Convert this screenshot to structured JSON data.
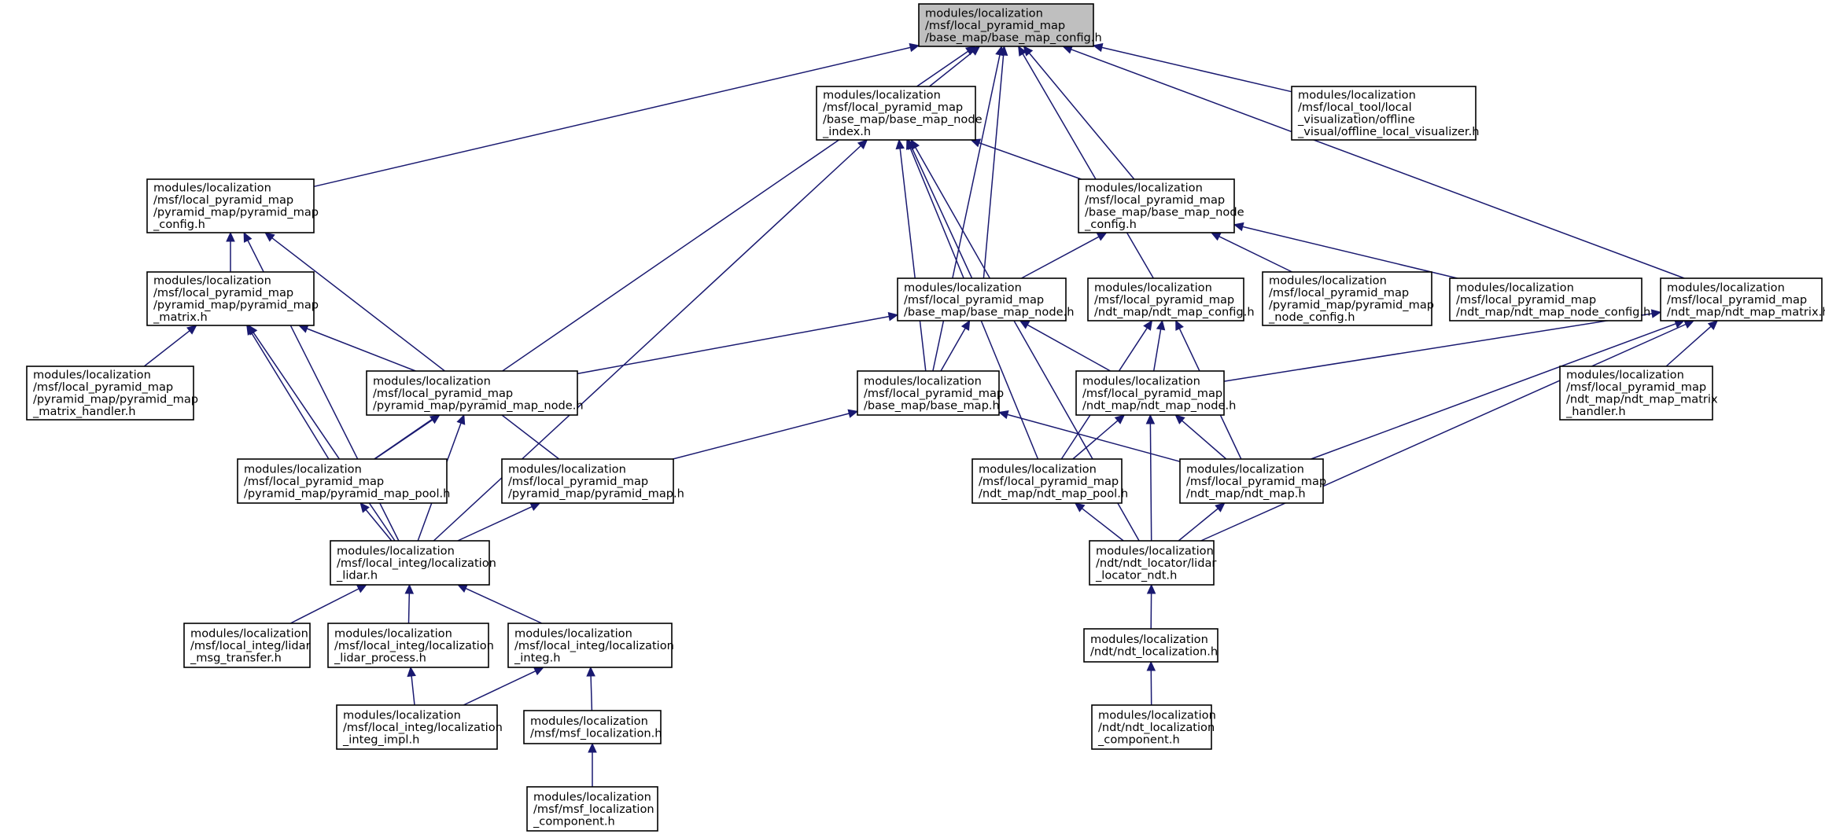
{
  "colors": {
    "edge": "#191970",
    "node_fill": "#ffffff",
    "highlight_fill": "#bfbfbf",
    "border": "#000000",
    "text": "#000000"
  },
  "nodes": [
    {
      "id": "root",
      "lines": [
        "modules/localization",
        "/msf/local_pyramid_map",
        "/base_map/base_map_config.h"
      ],
      "highlight": true
    },
    {
      "id": "offline_vis",
      "lines": [
        "modules/localization",
        "/msf/local_tool/local",
        "_visualization/offline",
        "_visual/offline_local_visualizer.h"
      ]
    },
    {
      "id": "bm_node_index",
      "lines": [
        "modules/localization",
        "/msf/local_pyramid_map",
        "/base_map/base_map_node",
        "_index.h"
      ]
    },
    {
      "id": "pm_config",
      "lines": [
        "modules/localization",
        "/msf/local_pyramid_map",
        "/pyramid_map/pyramid_map",
        "_config.h"
      ]
    },
    {
      "id": "bm_node_config",
      "lines": [
        "modules/localization",
        "/msf/local_pyramid_map",
        "/base_map/base_map_node",
        "_config.h"
      ]
    },
    {
      "id": "pm_matrix",
      "lines": [
        "modules/localization",
        "/msf/local_pyramid_map",
        "/pyramid_map/pyramid_map",
        "_matrix.h"
      ]
    },
    {
      "id": "bm_node",
      "lines": [
        "modules/localization",
        "/msf/local_pyramid_map",
        "/base_map/base_map_node.h"
      ]
    },
    {
      "id": "ndt_map_config",
      "lines": [
        "modules/localization",
        "/msf/local_pyramid_map",
        "/ndt_map/ndt_map_config.h"
      ]
    },
    {
      "id": "pm_node_config",
      "lines": [
        "modules/localization",
        "/msf/local_pyramid_map",
        "/pyramid_map/pyramid_map",
        "_node_config.h"
      ]
    },
    {
      "id": "ndt_node_config",
      "lines": [
        "modules/localization",
        "/msf/local_pyramid_map",
        "/ndt_map/ndt_map_node_config.h"
      ]
    },
    {
      "id": "ndt_map_matrix",
      "lines": [
        "modules/localization",
        "/msf/local_pyramid_map",
        "/ndt_map/ndt_map_matrix.h"
      ]
    },
    {
      "id": "pm_matrix_handler",
      "lines": [
        "modules/localization",
        "/msf/local_pyramid_map",
        "/pyramid_map/pyramid_map",
        "_matrix_handler.h"
      ]
    },
    {
      "id": "pm_node",
      "lines": [
        "modules/localization",
        "/msf/local_pyramid_map",
        "/pyramid_map/pyramid_map_node.h"
      ]
    },
    {
      "id": "base_map",
      "lines": [
        "modules/localization",
        "/msf/local_pyramid_map",
        "/base_map/base_map.h"
      ]
    },
    {
      "id": "ndt_map_node",
      "lines": [
        "modules/localization",
        "/msf/local_pyramid_map",
        "/ndt_map/ndt_map_node.h"
      ]
    },
    {
      "id": "ndt_matrix_handler",
      "lines": [
        "modules/localization",
        "/msf/local_pyramid_map",
        "/ndt_map/ndt_map_matrix",
        "_handler.h"
      ]
    },
    {
      "id": "pm_pool",
      "lines": [
        "modules/localization",
        "/msf/local_pyramid_map",
        "/pyramid_map/pyramid_map_pool.h"
      ]
    },
    {
      "id": "pyramid_map",
      "lines": [
        "modules/localization",
        "/msf/local_pyramid_map",
        "/pyramid_map/pyramid_map.h"
      ]
    },
    {
      "id": "ndt_pool",
      "lines": [
        "modules/localization",
        "/msf/local_pyramid_map",
        "/ndt_map/ndt_map_pool.h"
      ]
    },
    {
      "id": "ndt_map",
      "lines": [
        "modules/localization",
        "/msf/local_pyramid_map",
        "/ndt_map/ndt_map.h"
      ]
    },
    {
      "id": "loc_lidar",
      "lines": [
        "modules/localization",
        "/msf/local_integ/localization",
        "_lidar.h"
      ]
    },
    {
      "id": "lidar_locator_ndt",
      "lines": [
        "modules/localization",
        "/ndt/ndt_locator/lidar",
        "_locator_ndt.h"
      ]
    },
    {
      "id": "lidar_msg",
      "lines": [
        "modules/localization",
        "/msf/local_integ/lidar",
        "_msg_transfer.h"
      ]
    },
    {
      "id": "lidar_process",
      "lines": [
        "modules/localization",
        "/msf/local_integ/localization",
        "_lidar_process.h"
      ]
    },
    {
      "id": "loc_integ",
      "lines": [
        "modules/localization",
        "/msf/local_integ/localization",
        "_integ.h"
      ]
    },
    {
      "id": "ndt_localization",
      "lines": [
        "modules/localization",
        "/ndt/ndt_localization.h"
      ]
    },
    {
      "id": "integ_impl",
      "lines": [
        "modules/localization",
        "/msf/local_integ/localization",
        "_integ_impl.h"
      ]
    },
    {
      "id": "msf_localization",
      "lines": [
        "modules/localization",
        "/msf/msf_localization.h"
      ]
    },
    {
      "id": "ndt_loc_component",
      "lines": [
        "modules/localization",
        "/ndt/ndt_localization",
        "_component.h"
      ]
    },
    {
      "id": "msf_component",
      "lines": [
        "modules/localization",
        "/msf/msf_localization",
        "_component.h"
      ]
    }
  ],
  "edges": [
    {
      "from": "bm_node_index",
      "to": "root"
    },
    {
      "from": "offline_vis",
      "to": "root"
    },
    {
      "from": "pm_config",
      "to": "root"
    },
    {
      "from": "bm_node_config",
      "to": "root"
    },
    {
      "from": "bm_node",
      "to": "root"
    },
    {
      "from": "ndt_map_config",
      "to": "root"
    },
    {
      "from": "ndt_map_matrix",
      "to": "root"
    },
    {
      "from": "base_map",
      "to": "root"
    },
    {
      "from": "pm_pool",
      "to": "root"
    },
    {
      "from": "bm_node_config",
      "to": "bm_node_index"
    },
    {
      "from": "bm_node",
      "to": "bm_node_index"
    },
    {
      "from": "base_map",
      "to": "bm_node_index"
    },
    {
      "from": "ndt_pool",
      "to": "bm_node_index"
    },
    {
      "from": "lidar_locator_ndt",
      "to": "bm_node_index"
    },
    {
      "from": "loc_lidar",
      "to": "bm_node_index"
    },
    {
      "from": "pm_matrix",
      "to": "pm_config"
    },
    {
      "from": "pyramid_map",
      "to": "pm_config"
    },
    {
      "from": "loc_lidar",
      "to": "pm_config"
    },
    {
      "from": "bm_node",
      "to": "bm_node_config"
    },
    {
      "from": "pm_node_config",
      "to": "bm_node_config"
    },
    {
      "from": "ndt_node_config",
      "to": "bm_node_config"
    },
    {
      "from": "pm_matrix_handler",
      "to": "pm_matrix"
    },
    {
      "from": "pm_node",
      "to": "pm_matrix"
    },
    {
      "from": "pm_pool",
      "to": "pm_matrix"
    },
    {
      "from": "loc_lidar",
      "to": "pm_matrix"
    },
    {
      "from": "base_map",
      "to": "bm_node"
    },
    {
      "from": "pm_node",
      "to": "bm_node"
    },
    {
      "from": "ndt_map_node",
      "to": "bm_node"
    },
    {
      "from": "ndt_map_node",
      "to": "ndt_map_config"
    },
    {
      "from": "ndt_pool",
      "to": "ndt_map_config"
    },
    {
      "from": "ndt_map",
      "to": "ndt_map_config"
    },
    {
      "from": "ndt_matrix_handler",
      "to": "ndt_map_matrix"
    },
    {
      "from": "ndt_map_node",
      "to": "ndt_map_matrix"
    },
    {
      "from": "ndt_map",
      "to": "ndt_map_matrix"
    },
    {
      "from": "lidar_locator_ndt",
      "to": "ndt_map_matrix"
    },
    {
      "from": "pm_pool",
      "to": "pm_node"
    },
    {
      "from": "loc_lidar",
      "to": "pm_node"
    },
    {
      "from": "pyramid_map",
      "to": "base_map"
    },
    {
      "from": "ndt_map",
      "to": "base_map"
    },
    {
      "from": "ndt_pool",
      "to": "ndt_map_node"
    },
    {
      "from": "ndt_map",
      "to": "ndt_map_node"
    },
    {
      "from": "lidar_locator_ndt",
      "to": "ndt_map_node"
    },
    {
      "from": "loc_lidar",
      "to": "pm_pool"
    },
    {
      "from": "loc_lidar",
      "to": "pyramid_map"
    },
    {
      "from": "lidar_locator_ndt",
      "to": "ndt_pool"
    },
    {
      "from": "lidar_locator_ndt",
      "to": "ndt_map"
    },
    {
      "from": "lidar_msg",
      "to": "loc_lidar"
    },
    {
      "from": "lidar_process",
      "to": "loc_lidar"
    },
    {
      "from": "loc_integ",
      "to": "loc_lidar"
    },
    {
      "from": "ndt_localization",
      "to": "lidar_locator_ndt"
    },
    {
      "from": "integ_impl",
      "to": "lidar_process"
    },
    {
      "from": "integ_impl",
      "to": "loc_integ"
    },
    {
      "from": "msf_localization",
      "to": "loc_integ"
    },
    {
      "from": "ndt_loc_component",
      "to": "ndt_localization"
    },
    {
      "from": "msf_component",
      "to": "msf_localization"
    }
  ]
}
